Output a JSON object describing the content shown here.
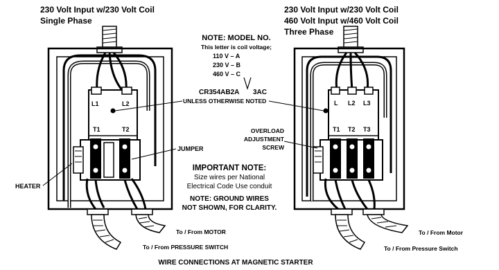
{
  "left_title": {
    "line1": "230 Volt Input w/230 Volt Coil",
    "line2": "Single Phase"
  },
  "right_title": {
    "line1": "230 Volt Input w/230 Volt Coil",
    "line2": "460 Volt Input w/460 Volt Coil",
    "line3": "Three Phase"
  },
  "note_model": {
    "heading": "NOTE: MODEL NO.",
    "line1": "This letter is coil voltage;",
    "v110": "110 V – A",
    "v230": "230 V – B",
    "v460": "460 V – C",
    "model": "CR354AB2A",
    "model_suffix": "3AC",
    "unless": "UNLESS OTHERWISE NOTED"
  },
  "left_terminals": {
    "l1": "L1",
    "l2": "L2",
    "t1": "T1",
    "t2": "T2"
  },
  "right_terminals": {
    "l": "L",
    "l2": "L2",
    "l3": "L3",
    "t1": "T1",
    "t2": "T2",
    "t3": "T3"
  },
  "labels": {
    "jumper": "JUMPER",
    "heater": "HEATER",
    "overload1": "OVERLOAD",
    "overload2": "ADJUSTMENT",
    "overload3": "SCREW"
  },
  "important_note": {
    "heading": "IMPORTANT NOTE:",
    "line1": "Size wires per National",
    "line2": "Electrical Code  Use conduit"
  },
  "ground_note": {
    "line1": "NOTE: GROUND WIRES",
    "line2": "NOT SHOWN, FOR CLARITY."
  },
  "left_conduits": {
    "motor": "To / From MOTOR",
    "pressure": "To / From PRESSURE SWITCH"
  },
  "right_conduits": {
    "motor": "To / From Motor",
    "pressure": "To / From Pressure Switch"
  },
  "caption": "WIRE CONNECTIONS AT MAGNETIC STARTER"
}
